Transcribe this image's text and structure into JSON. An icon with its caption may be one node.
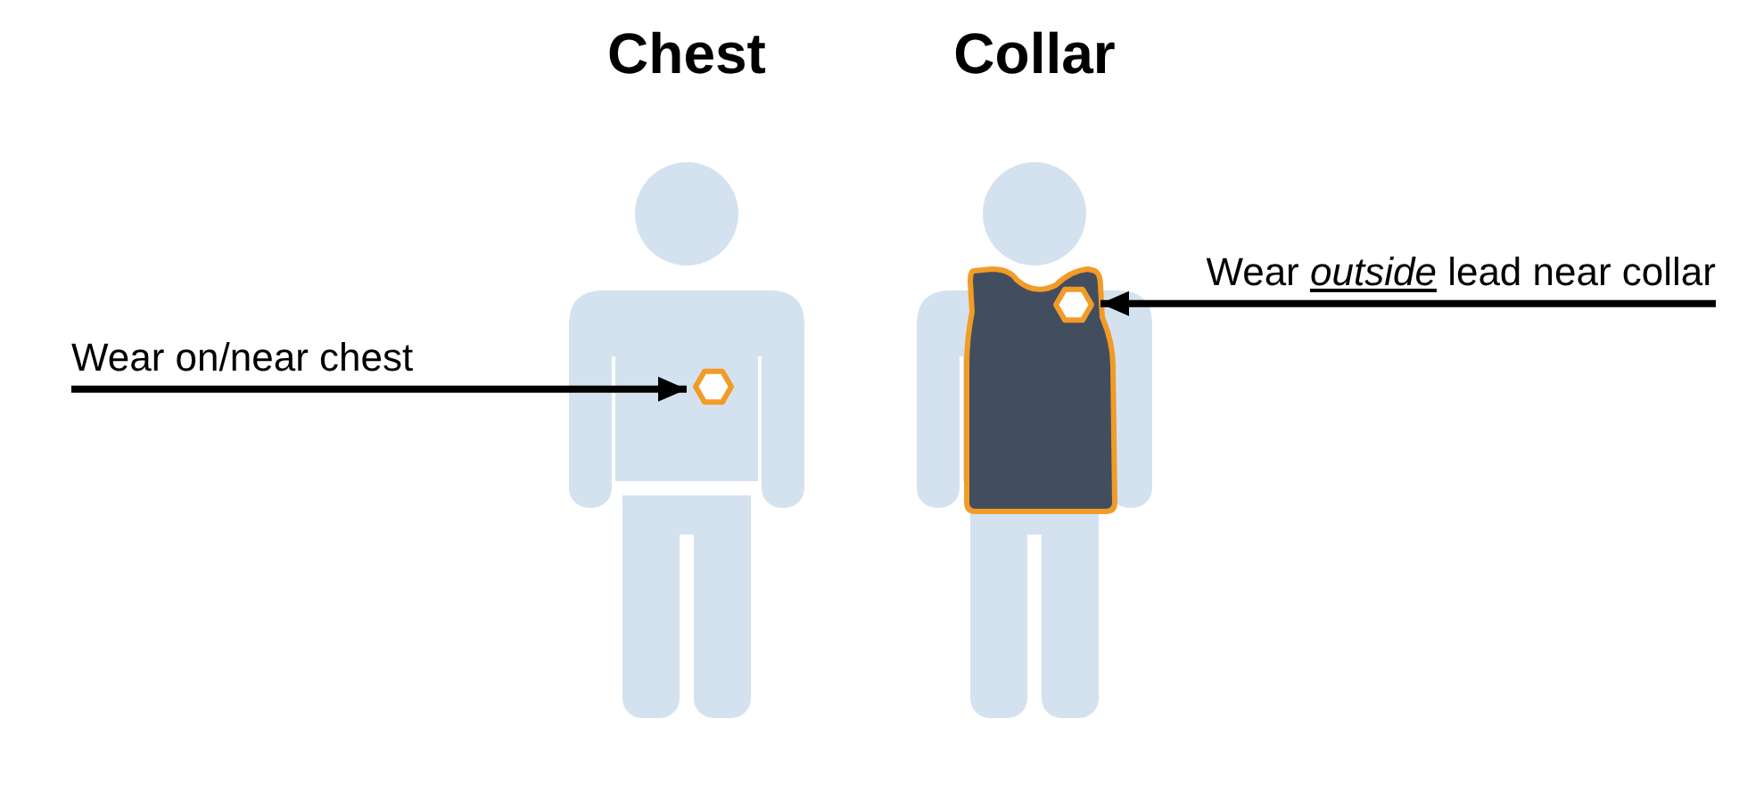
{
  "diagram": {
    "nodes": [
      {
        "text": [
          "Chest"
        ]
      },
      {
        "text": [],
        "shape": "hexagon",
        "in": 0
      },
      {
        "text": [
          "Collar"
        ]
      },
      {
        "text": [],
        "shape": "hexagon",
        "in": 2
      },
      {
        "text": [
          "Wear on/near chest"
        ]
      },
      {
        "text": [
          "Wear *outside* lead near collar"
        ]
      }
    ],
    "edges": [
      {
        "from": 4,
        "to": 1,
        "arrow": "to"
      },
      {
        "from": 5,
        "to": 3,
        "arrow": "to"
      }
    ]
  }
}
